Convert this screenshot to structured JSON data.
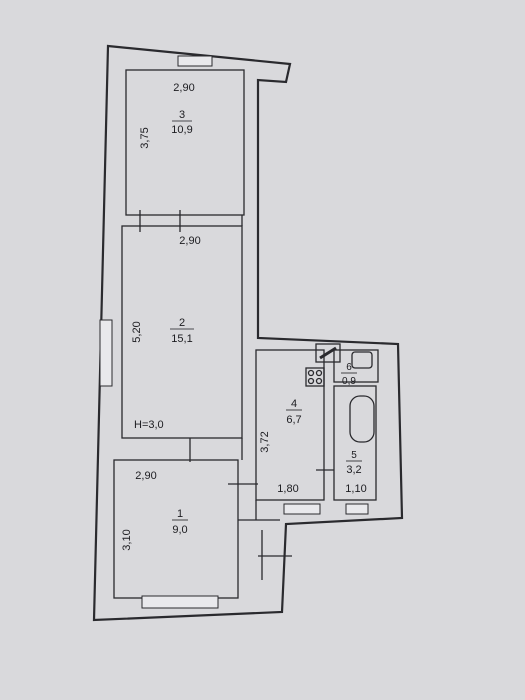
{
  "plan": {
    "rooms": [
      {
        "id": "room1",
        "number": "1",
        "area": "9,0"
      },
      {
        "id": "room2",
        "number": "2",
        "area": "15,1"
      },
      {
        "id": "room3",
        "number": "3",
        "area": "10,9"
      },
      {
        "id": "room4",
        "number": "4",
        "area": "6,7"
      },
      {
        "id": "room5",
        "number": "5",
        "area": "3,2"
      },
      {
        "id": "room6",
        "number": "6",
        "area": "0,9"
      }
    ],
    "dimensions": {
      "room3_width": "2,90",
      "room3_length": "3,75",
      "room2_width": "2,90",
      "room2_length": "5,20",
      "room1_width": "2,90",
      "room1_length": "3,10",
      "room4_length": "3,72",
      "room4_width": "1,80",
      "room5_width": "1,10"
    },
    "ceiling_height": "H=3,0"
  }
}
